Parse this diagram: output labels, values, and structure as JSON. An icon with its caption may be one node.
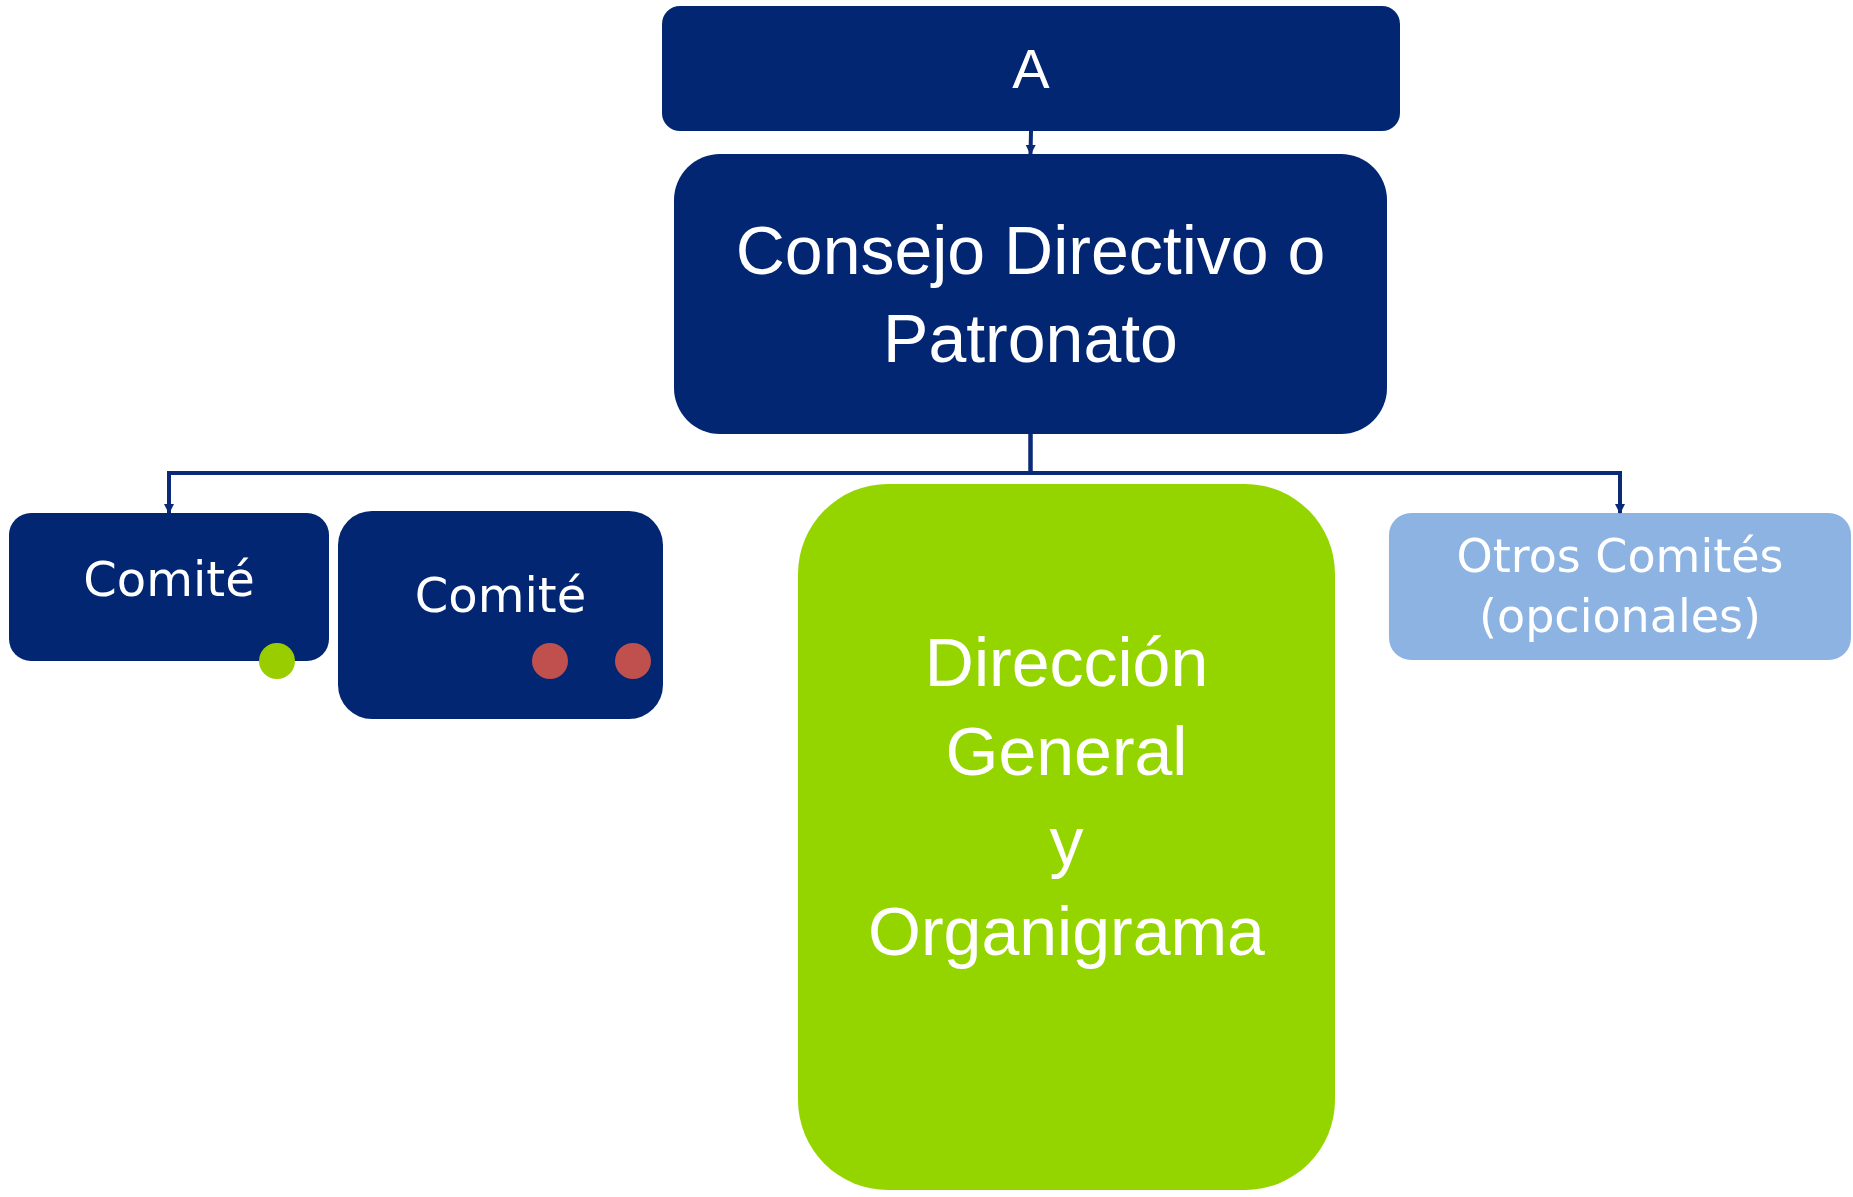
{
  "diagram": {
    "nodes": [
      {
        "text": [
          "A"
        ]
      },
      {
        "text": [
          "Consejo Directivo o Patronato"
        ]
      },
      {
        "text": [
          "Comité"
        ]
      },
      {
        "text": [
          "Comité"
        ]
      },
      {
        "text": [
          "Dirección General y Organigrama"
        ]
      },
      {
        "text": [
          "Otros Comités (opcionales)"
        ]
      }
    ],
    "edges": [
      {
        "from": 0,
        "to": 1,
        "arrow": "to"
      },
      {
        "from": 1,
        "to": 2,
        "arrow": "to"
      },
      {
        "from": 1,
        "to": 5,
        "arrow": "to"
      }
    ]
  }
}
